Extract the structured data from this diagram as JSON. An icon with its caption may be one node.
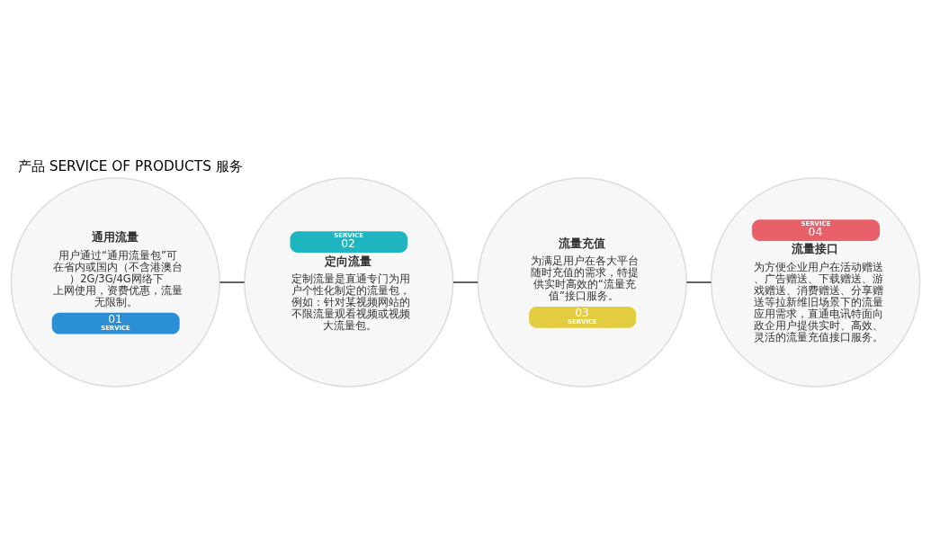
{
  "diagram": {
    "title": "产品 SERVICE OF PRODUCTS 服务",
    "nodes": [
      {
        "text": [
          "通用流量",
          "用户通过“通用流量包”可在省内或国内（不含港澳台）2G/3G/4G网络下上网使用，资费优惠，流量无限制。",
          "01",
          "SERVICE"
        ]
      },
      {
        "text": [
          "SERVICE",
          "02",
          "定向流量",
          "定制流量是直通专门为用户个性化制定的流量包，例如：针对某视频网站的不限流量观看视频或视频大流量包。"
        ]
      },
      {
        "text": [
          "流量充值",
          "为满足用户在各大平台随时充值的需求，特提供实时高效的“流量充值”接口服务。",
          "03",
          "SERVICE"
        ]
      },
      {
        "text": [
          "SERVICE",
          "04",
          "流量接口",
          "为方便企业用户在活动赠送、广告赠送、下载赠送、游戏赠送、消费赠送、分享赠送等拉新维旧场景下的流量应用需求，直通电讯特面向政企用户提供实时、高效、灵活的流量充值接口服务。"
        ]
      }
    ],
    "edges": [
      {
        "from": 0,
        "to": 1,
        "arrow": "none"
      },
      {
        "from": 1,
        "to": 2,
        "arrow": "none"
      },
      {
        "from": 2,
        "to": 3,
        "arrow": "none"
      }
    ]
  }
}
